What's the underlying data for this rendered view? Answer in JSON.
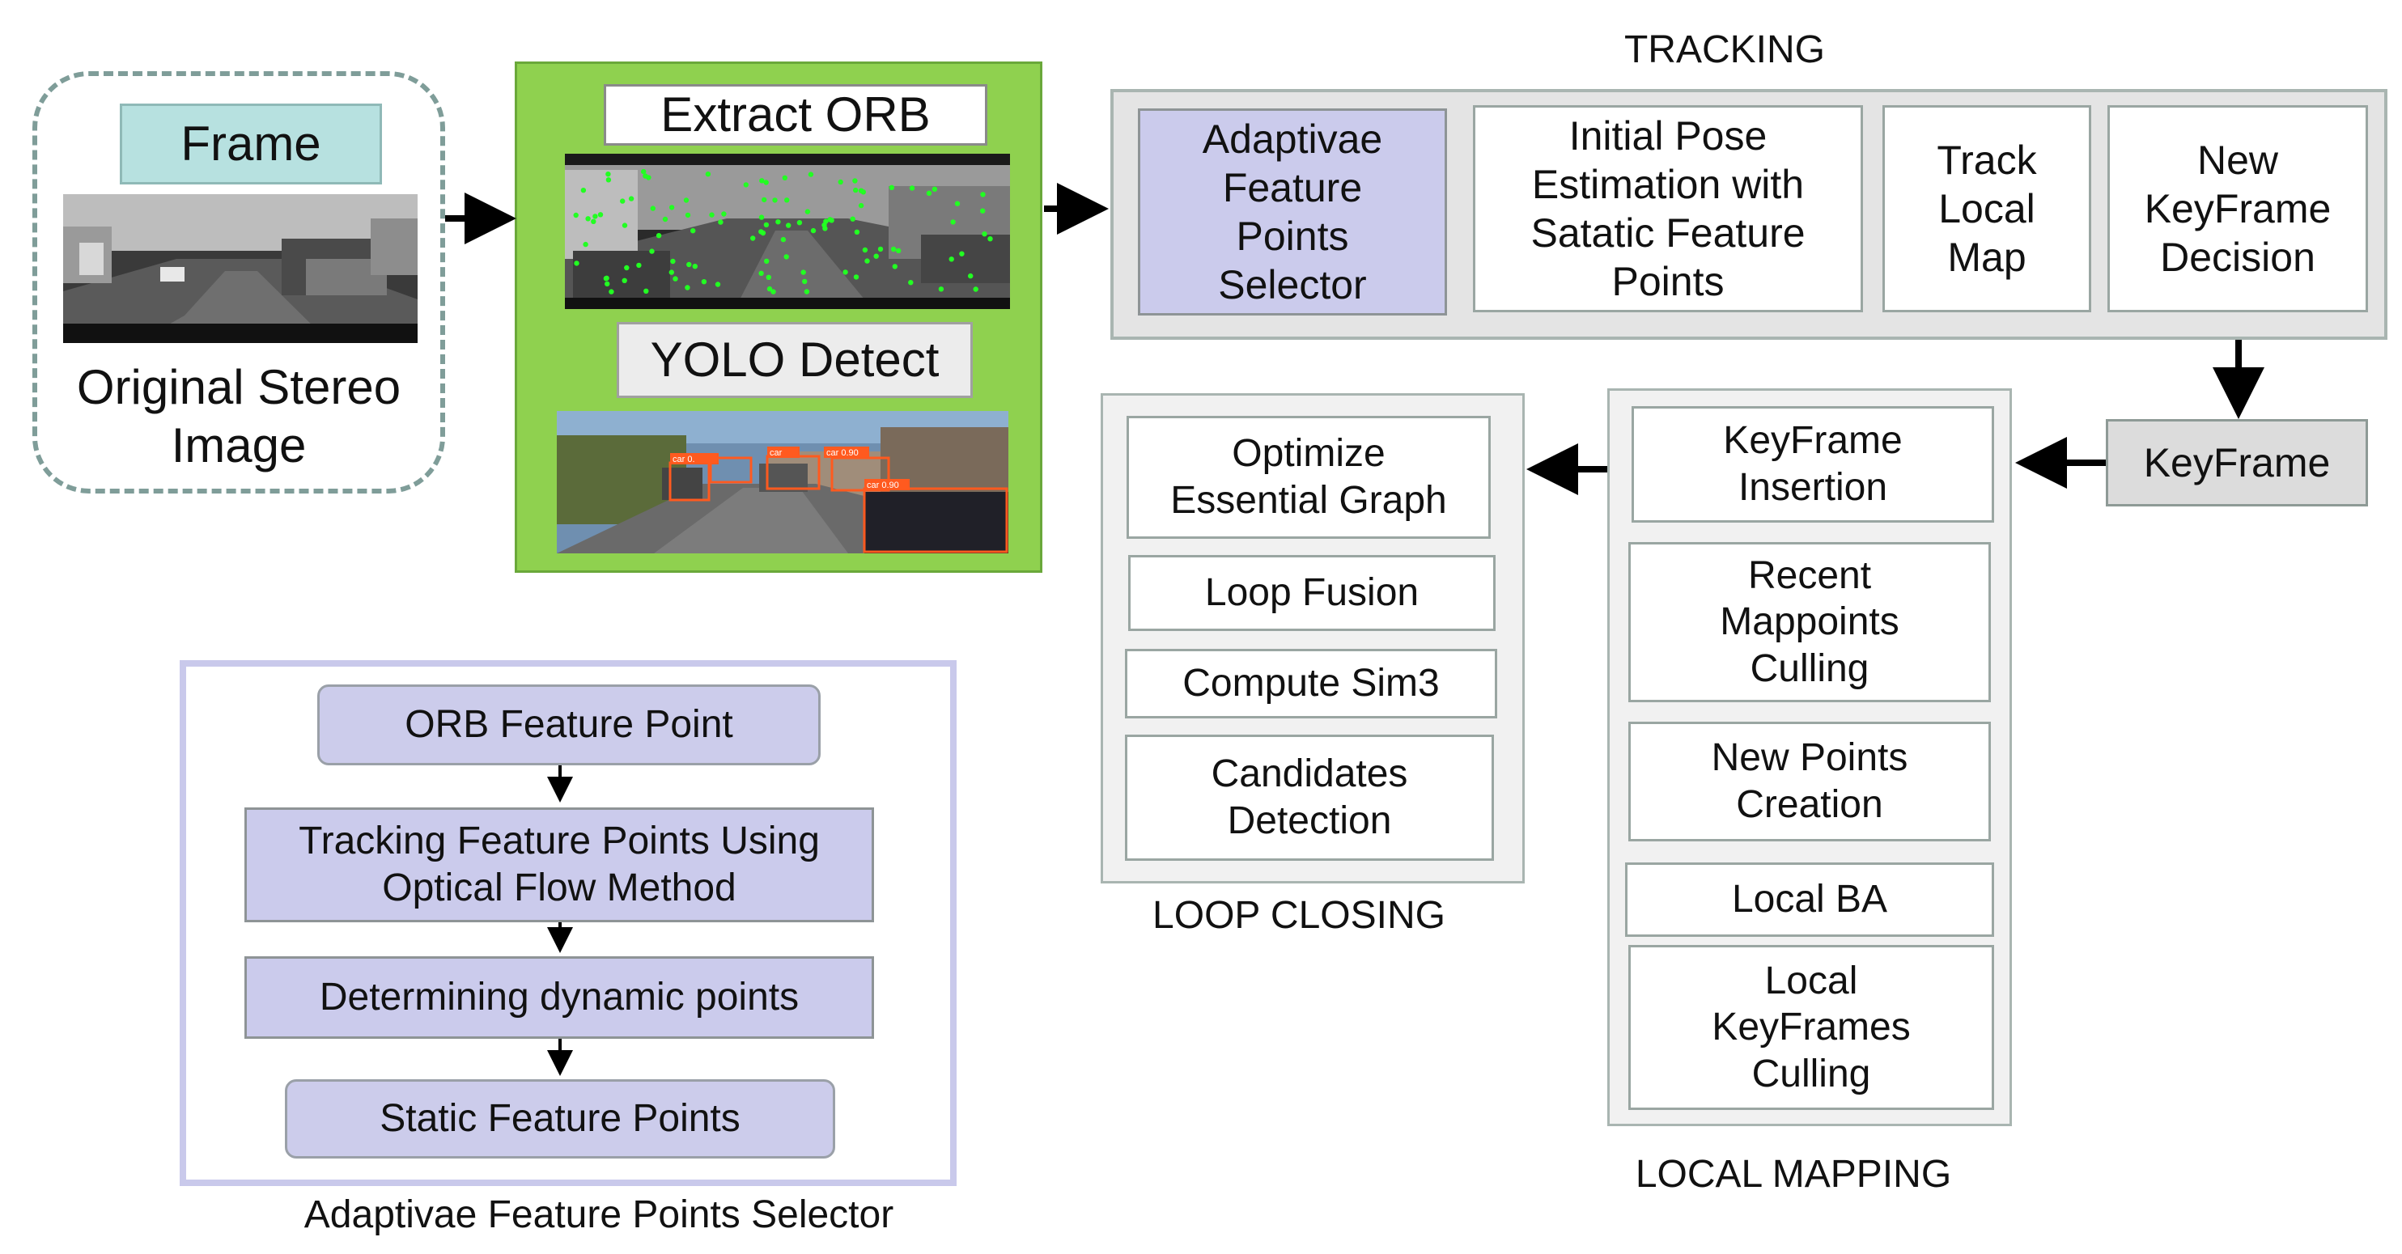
{
  "input": {
    "frame_label": "Frame",
    "caption": "Original Stereo\nImage"
  },
  "detection": {
    "extract_orb": "Extract ORB",
    "yolo_detect": "YOLO Detect",
    "yolo_tags": [
      "car 0.",
      "car",
      "car 0.90",
      "car 0.90"
    ]
  },
  "tracking": {
    "title": "TRACKING",
    "boxes": [
      "Adaptivae\nFeature\nPoints\nSelector",
      "Initial Pose\nEstimation with\nSatatic Feature\nPoints",
      "Track\nLocal\nMap",
      "New\nKeyFrame\nDecision"
    ]
  },
  "keyframe": "KeyFrame",
  "local_mapping": {
    "title": "LOCAL MAPPING",
    "boxes": [
      "KeyFrame\nInsertion",
      "Recent\nMappoints\nCulling",
      "New Points\nCreation",
      "Local BA",
      "Local\nKeyFrames\nCulling"
    ]
  },
  "loop_closing": {
    "title": "LOOP CLOSING",
    "boxes": [
      "Optimize\nEssential Graph",
      "Loop Fusion",
      "Compute Sim3",
      "Candidates\nDetection"
    ]
  },
  "selector": {
    "caption": "Adaptivae Feature Points Selector",
    "steps": [
      "ORB Feature Point",
      "Tracking Feature Points Using\nOptical Flow Method",
      "Determining  dynamic points",
      "Static Feature Points"
    ]
  },
  "colors": {
    "green_panel": "#8fd14f",
    "lavender": "#cbcbec",
    "teal_label": "#b7e1e0",
    "gray_panel": "#e4e4e4",
    "feature_point": "#22ff22",
    "detection_box": "#ff5a1f"
  }
}
